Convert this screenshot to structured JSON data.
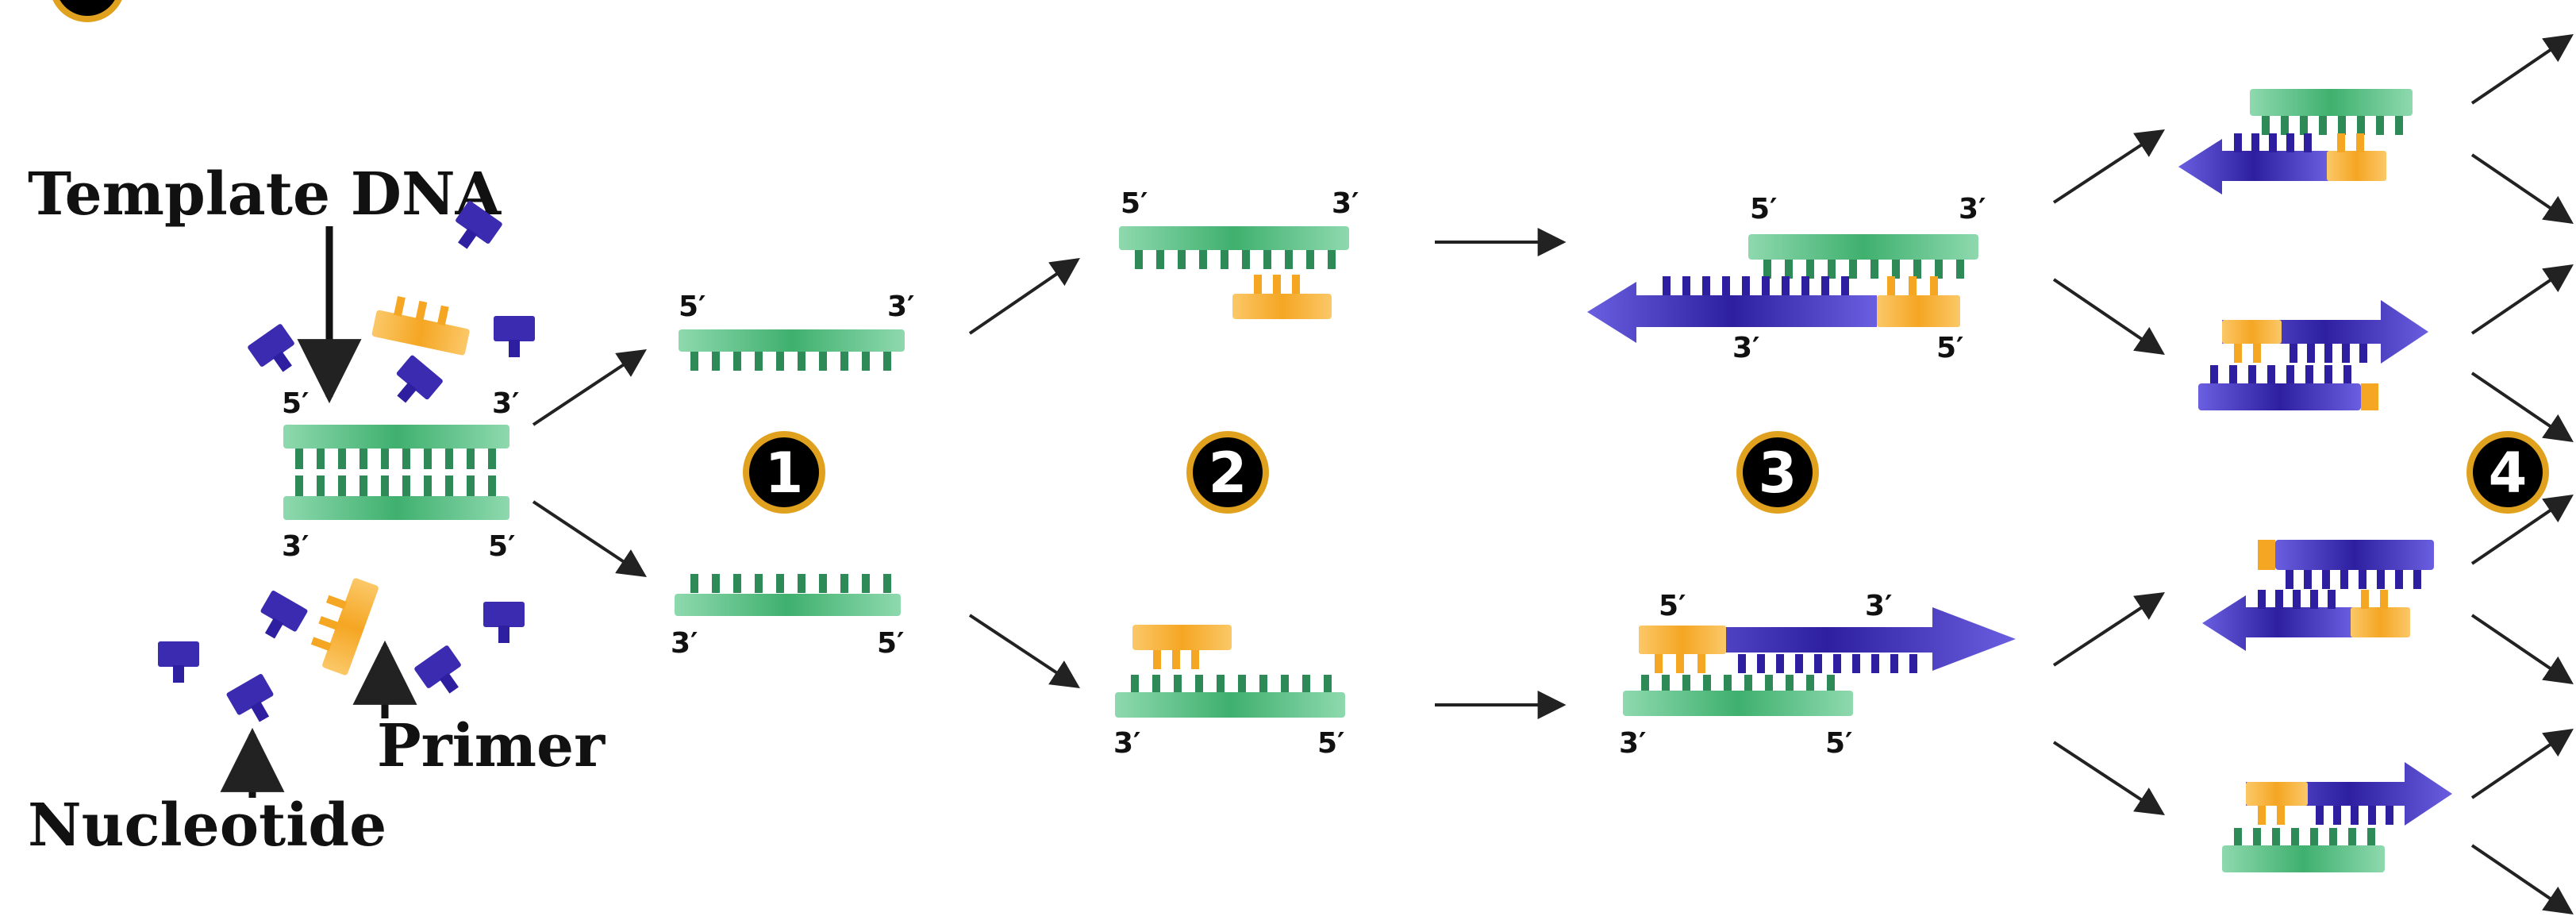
{
  "labels": {
    "template_dna": "Template DNA",
    "primer": "Primer",
    "nucleotide": "Nucleotide"
  },
  "ends": {
    "five": "5′",
    "three": "3′"
  },
  "steps": [
    "1",
    "2",
    "3",
    "4"
  ],
  "colors": {
    "template": "#4CB87A",
    "template_light": "#8ED9AE",
    "primer": "#F5A623",
    "primer_light": "#FBC868",
    "nucleotide": "#2D1FA0",
    "new_strand": "#3A2BB0",
    "new_strand_light": "#6A5FE0",
    "step_badge": "#000000",
    "step_ring": "#E0A21E",
    "arrow": "#222222"
  },
  "icons": [
    "nucleotide-icon",
    "primer-icon",
    "arrow-icon",
    "step-badge-icon"
  ]
}
